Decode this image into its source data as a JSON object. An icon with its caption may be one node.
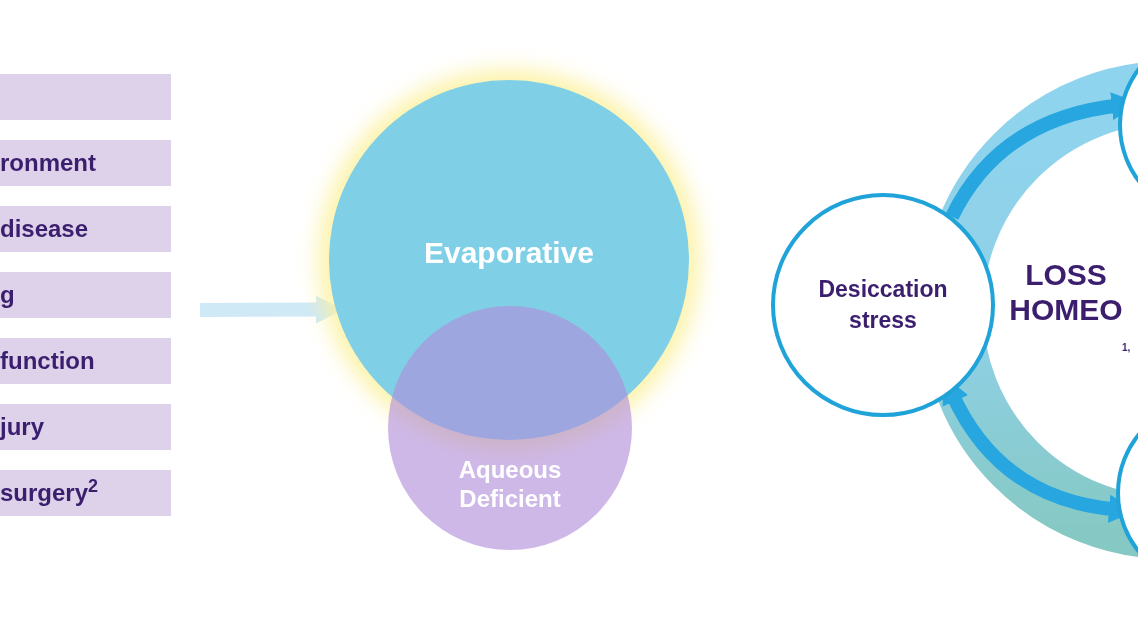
{
  "diagram": {
    "nodes": [
      {
        "text": [],
        "shape": "bar"
      },
      {
        "text": [
          "ronment"
        ]
      },
      {
        "text": [
          "disease"
        ]
      },
      {
        "text": [
          "g"
        ]
      },
      {
        "text": [
          "function"
        ]
      },
      {
        "text": [
          "jury"
        ]
      },
      {
        "text": [
          "surgery$^{2}$"
        ]
      },
      {
        "text": [
          "Evaporative"
        ]
      },
      {
        "text": [
          "Aqueous Deficient"
        ]
      },
      {
        "text": [
          "Desiccation stress"
        ]
      },
      {
        "text": [],
        "shape": "circle"
      },
      {
        "text": [],
        "shape": "circle"
      }
    ],
    "edges": [
      {
        "from": null,
        "to": 7,
        "arrow": "to",
        "color": "#cfe9f7"
      },
      {
        "from": 9,
        "to": 10,
        "arrow": "to"
      },
      {
        "from": 9,
        "to": 11,
        "arrow": "both"
      }
    ],
    "labels": [
      "LOSS HOMEO",
      "1,"
    ]
  }
}
